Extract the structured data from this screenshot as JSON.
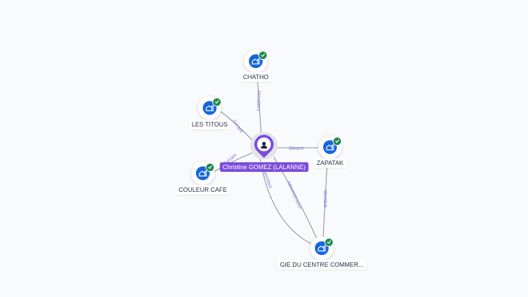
{
  "graph": {
    "person": {
      "name": "Christine GOMEZ (LALANNE)",
      "icon": "person-icon",
      "color": "#7c4ddb"
    },
    "companies": [
      {
        "id": "chatho",
        "name": "CHATHO",
        "icon": "company-icon",
        "status": "verified-check-icon"
      },
      {
        "id": "les-titous",
        "name": "LES TITOUS",
        "icon": "company-icon",
        "status": "verified-check-icon"
      },
      {
        "id": "zapatak",
        "name": "ZAPATAK",
        "icon": "company-icon",
        "status": "verified-check-icon"
      },
      {
        "id": "couleur-cafe",
        "name": "COULEUR CAFE",
        "icon": "company-icon",
        "status": "verified-check-icon"
      },
      {
        "id": "gie",
        "name": "GIE DU CENTRE COMMER...",
        "icon": "company-icon",
        "status": "verified-check-icon"
      }
    ],
    "edges": [
      {
        "from": "person",
        "to": "chatho",
        "label": "Président"
      },
      {
        "from": "person",
        "to": "les-titous",
        "label": "Gérant"
      },
      {
        "from": "person",
        "to": "zapatak",
        "label": "Gérant"
      },
      {
        "from": "person",
        "to": "couleur-cafe",
        "label": "Gérant"
      },
      {
        "from": "person",
        "to": "gie",
        "label": "Membre"
      },
      {
        "from": "person",
        "to": "gie",
        "label": "Administrateur"
      },
      {
        "from": "zapatak",
        "to": "gie",
        "label": "Membre"
      }
    ]
  },
  "colors": {
    "company": "#1565e0",
    "check": "#1e8a4c",
    "edge": "#6b6f80",
    "edge_label": "#7b7fd4",
    "background": "#f9fafc"
  }
}
